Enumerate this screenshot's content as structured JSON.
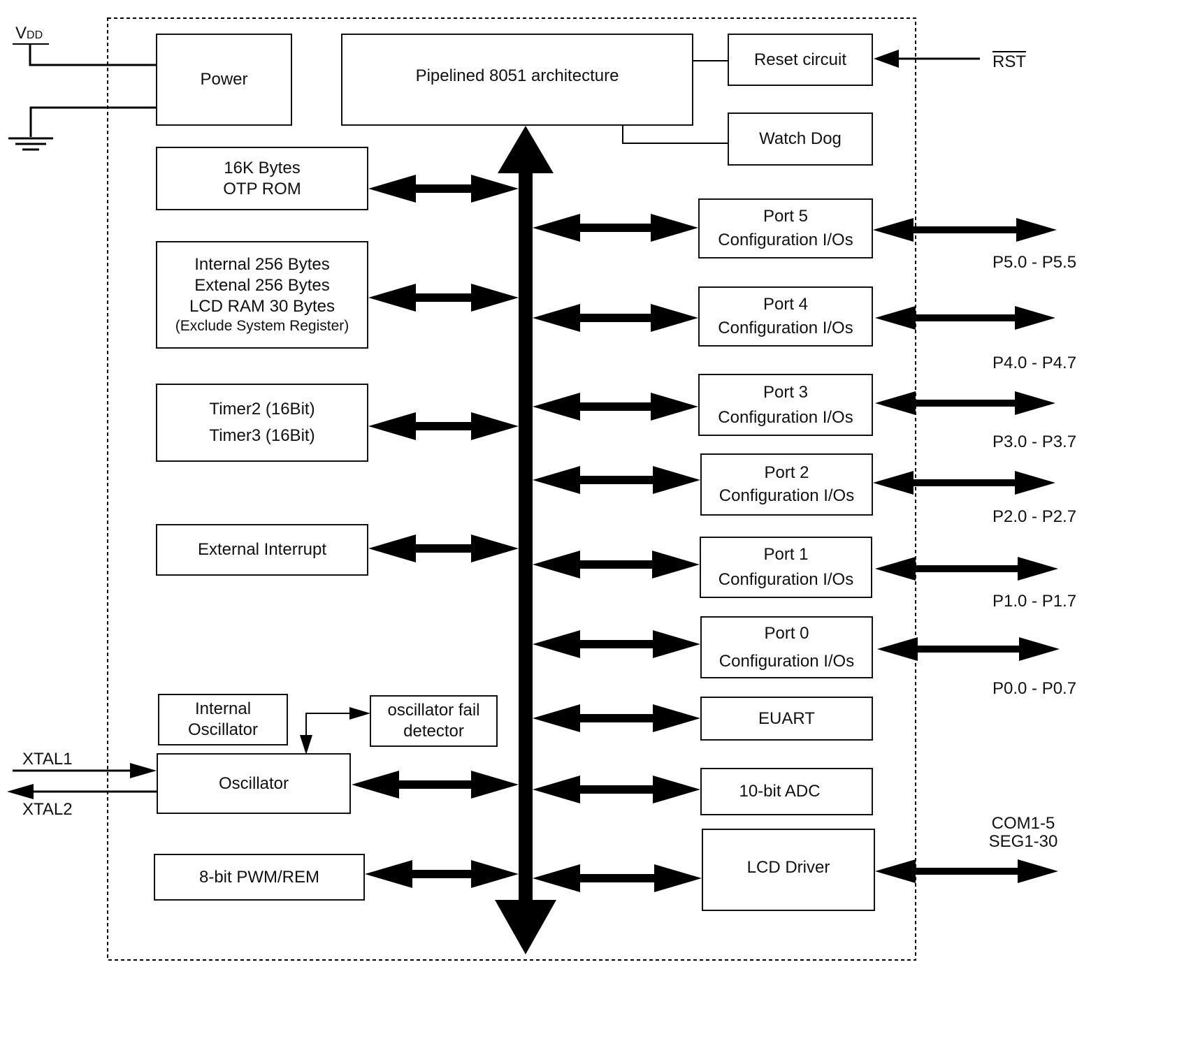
{
  "blocks": {
    "power": "Power",
    "cpu": "Pipelined 8051 architecture",
    "reset": "Reset circuit",
    "watchdog": "Watch Dog",
    "rom": [
      "16K Bytes",
      "OTP ROM"
    ],
    "ram": [
      "Internal 256 Bytes",
      "Extenal 256 Bytes",
      "LCD RAM 30 Bytes",
      "(Exclude System Register)"
    ],
    "timers": [
      "Timer2 (16Bit)",
      "Timer3 (16Bit)"
    ],
    "ext_int": "External Interrupt",
    "int_osc": [
      "Internal",
      "Oscillator"
    ],
    "osc_fail": [
      "oscillator fail",
      "detector"
    ],
    "oscillator": "Oscillator",
    "pwm": "8-bit PWM/REM",
    "port5": [
      "Port 5",
      "Configuration I/Os"
    ],
    "port4": [
      "Port 4",
      "Configuration I/Os"
    ],
    "port3": [
      "Port 3",
      "Configuration I/Os"
    ],
    "port2": [
      "Port 2",
      "Configuration I/Os"
    ],
    "port1": [
      "Port 1",
      "Configuration I/Os"
    ],
    "port0": [
      "Port 0",
      "Configuration I/Os"
    ],
    "euart": "EUART",
    "adc": "10-bit ADC",
    "lcd": "LCD Driver"
  },
  "signals": {
    "vdd_main": "V",
    "vdd_sub": "DD",
    "rst": "RST",
    "xtal1": "XTAL1",
    "xtal2": "XTAL2",
    "p5": "P5.0 - P5.5",
    "p4": "P4.0 - P4.7",
    "p3": "P3.0 - P3.7",
    "p2": "P2.0 - P2.7",
    "p1": "P1.0 - P1.7",
    "p0": "P0.0 - P0.7",
    "com": "COM1-5",
    "seg": "SEG1-30"
  }
}
